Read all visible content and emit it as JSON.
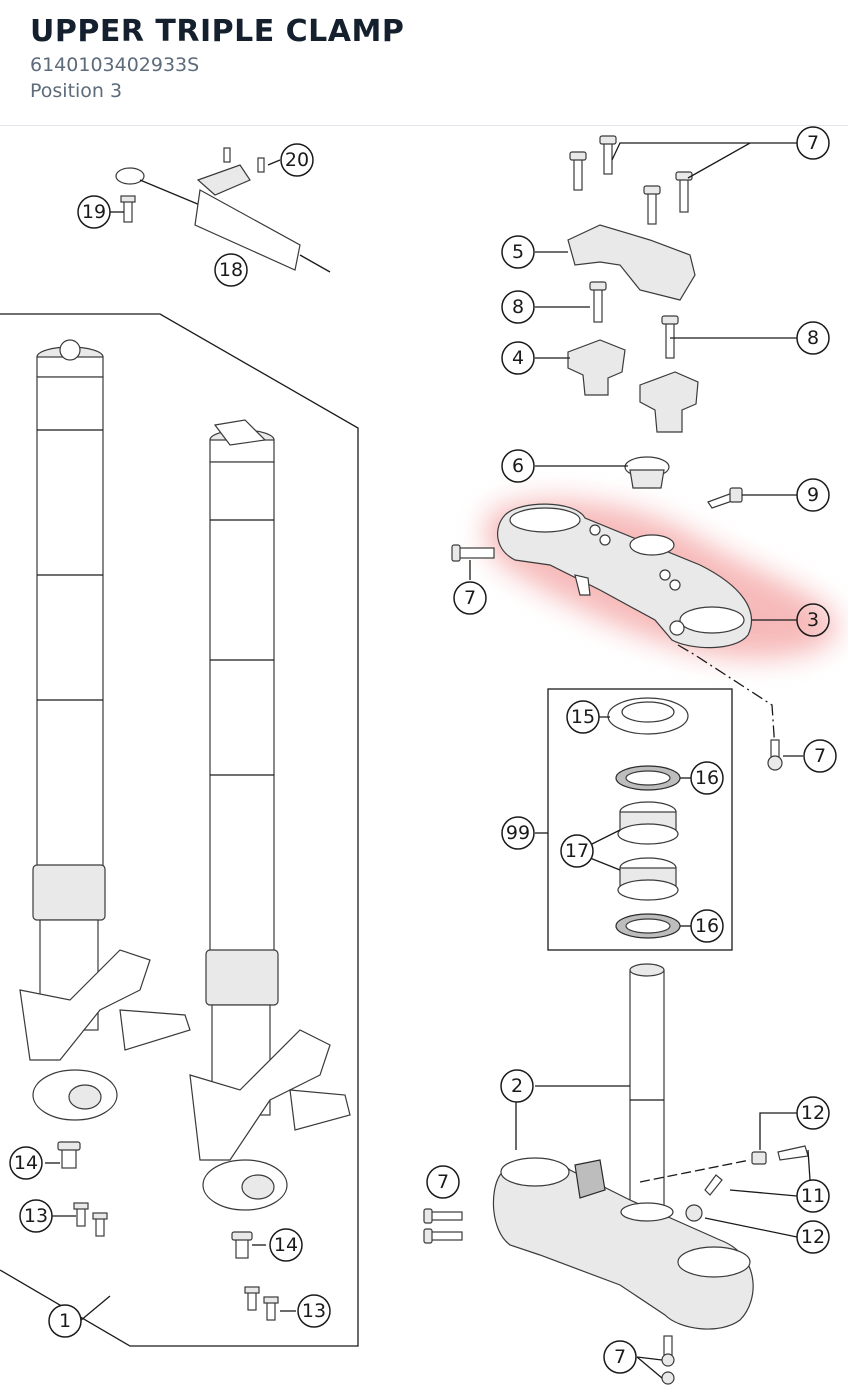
{
  "header": {
    "title": "UPPER TRIPLE CLAMP",
    "part_number": "6140103402933S",
    "position": "Position 3"
  },
  "highlight_color": "#f08080",
  "callouts": {
    "c1": "1",
    "c2": "2",
    "c3": "3",
    "c4": "4",
    "c5": "5",
    "c6": "6",
    "c7a": "7",
    "c7b": "7",
    "c7c": "7",
    "c7d": "7",
    "c7e": "7",
    "c8a": "8",
    "c8b": "8",
    "c9": "9",
    "c11": "11",
    "c12a": "12",
    "c12b": "12",
    "c13a": "13",
    "c13b": "13",
    "c14a": "14",
    "c14b": "14",
    "c15": "15",
    "c16a": "16",
    "c16b": "16",
    "c17": "17",
    "c18": "18",
    "c19": "19",
    "c20": "20",
    "c99": "99"
  }
}
